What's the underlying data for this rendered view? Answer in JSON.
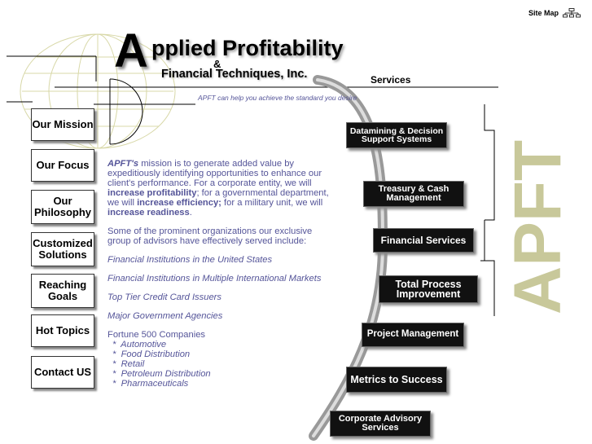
{
  "sitemap": {
    "label": "Site Map"
  },
  "logo": {
    "big_letter": "A",
    "line1": "pplied Profitability",
    "amp": "&",
    "line2": "Financial Techniques, Inc."
  },
  "tagline": "APFT can help you achieve the standard you desire",
  "services_title": "Services",
  "nav": [
    {
      "label": "Our Mission"
    },
    {
      "label": "Our Focus"
    },
    {
      "label": "Our Philosophy"
    },
    {
      "label": "Customized Solutions"
    },
    {
      "label": "Reaching Goals"
    },
    {
      "label": "Hot Topics"
    },
    {
      "label": "Contact US"
    }
  ],
  "content": {
    "p1_brand": "APFT's",
    "p1_a": " mission is to generate added value by expeditiously identifying opportunities to enhance our client's performance. For a corporate entity, we will ",
    "p1_b": "increase profitability",
    "p1_c": "; for a governmental department, we will ",
    "p1_d": "increase efficiency;",
    "p1_e": " for a military unit, we will ",
    "p1_f": "increase readiness",
    "p1_g": ".",
    "p2": "Some of the prominent organizations our exclusive group of advisors have effectively served include:",
    "list": [
      "Financial Institutions in the United States",
      "Financial Institutions in Multiple International Markets",
      "Top Tier Credit Card Issuers",
      "Major Government Agencies"
    ],
    "fortune_title": "Fortune 500 Companies",
    "fortune": [
      "Automotive",
      "Food Distribution",
      "Retail",
      "Petroleum Distribution",
      "Pharmaceuticals"
    ]
  },
  "services": [
    {
      "label": "Datamining & Decision Support Systems"
    },
    {
      "label": "Treasury & Cash Management"
    },
    {
      "label": "Financial Services"
    },
    {
      "label": "Total Process Improvement"
    },
    {
      "label": "Project Management"
    },
    {
      "label": "Metrics to Success"
    },
    {
      "label": "Corporate Advisory Services"
    }
  ],
  "watermark": "APFT",
  "colors": {
    "text_purple": "#555599",
    "globe_line": "#d8d8a8",
    "watermark": "#c8c89a"
  }
}
